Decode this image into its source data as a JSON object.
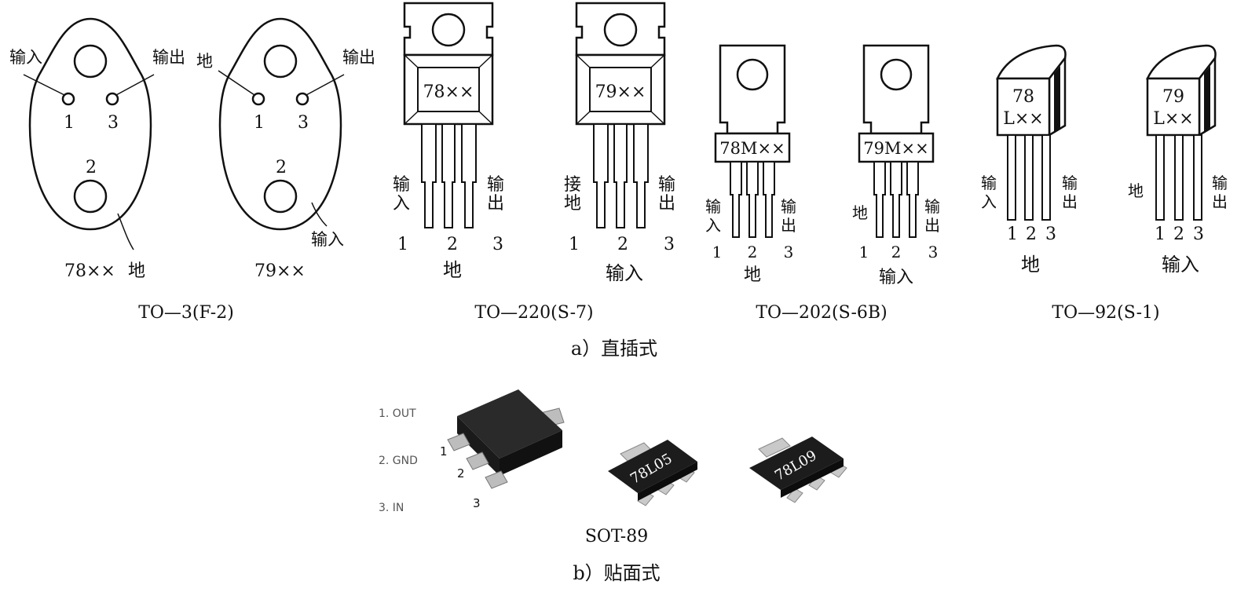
{
  "section_a": {
    "caption": "a）直插式",
    "to3": {
      "title": "TO—3(F-2)",
      "left": {
        "part": "78××",
        "pin1": "1",
        "pin2": "2",
        "pin3": "3",
        "label_pin1": "输入",
        "label_pin3": "输出",
        "label_case": "地"
      },
      "right": {
        "part": "79××",
        "pin1": "1",
        "pin2": "2",
        "pin3": "3",
        "label_pin1": "地",
        "label_pin3": "输出",
        "label_case": "输入"
      }
    },
    "to220": {
      "title": "TO—220(S-7)",
      "left": {
        "marking": "78××",
        "pin1": "1",
        "pin2": "2",
        "pin3": "3",
        "label_pin1": "输入",
        "label_pin3": "输出",
        "label_pin2": "地"
      },
      "right": {
        "marking": "79××",
        "pin1": "1",
        "pin2": "2",
        "pin3": "3",
        "label_pin1": "接地",
        "label_pin3": "输出",
        "label_pin2": "输入"
      }
    },
    "to202": {
      "title": "TO—202(S-6B)",
      "left": {
        "marking": "78M××",
        "pin1": "1",
        "pin2": "2",
        "pin3": "3",
        "label_pin1": "输入",
        "label_pin3": "输出",
        "label_pin2": "地"
      },
      "right": {
        "marking": "79M××",
        "pin1": "1",
        "pin2": "2",
        "pin3": "3",
        "label_pin1": "地",
        "label_pin3": "输出",
        "label_pin2": "输入"
      }
    },
    "to92": {
      "title": "TO—92(S-1)",
      "left": {
        "marking_top": "78",
        "marking_bottom": "L××",
        "pin1": "1",
        "pin2": "2",
        "pin3": "3",
        "label_pin1": "输入",
        "label_pin3": "输出",
        "label_pin2": "地"
      },
      "right": {
        "marking_top": "79",
        "marking_bottom": "L××",
        "pin1": "1",
        "pin2": "2",
        "pin3": "3",
        "label_pin1": "地",
        "label_pin3": "输出",
        "label_pin2": "输入"
      }
    }
  },
  "section_b": {
    "caption": "b）贴面式",
    "sot89": {
      "title": "SOT-89",
      "legend": [
        "1. OUT",
        "2. GND",
        "3. IN"
      ],
      "pin1": "1",
      "pin2": "2",
      "pin3": "3",
      "chip1_marking": "78L05",
      "chip2_marking": "78L09"
    }
  },
  "colors": {
    "line": "#111111",
    "chip_body": "#1c1c1c",
    "chip_pin": "#c9c9c9",
    "chip_text": "#ffffff"
  }
}
